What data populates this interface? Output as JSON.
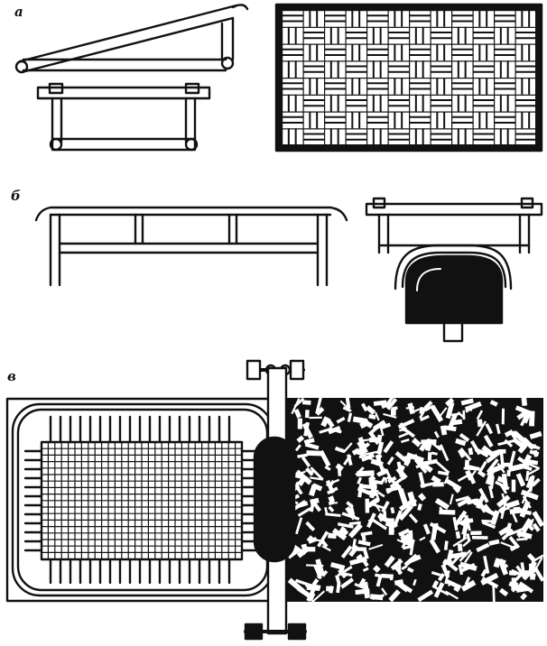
{
  "panels": {
    "a": {
      "label": "а"
    },
    "b": {
      "label": "б"
    },
    "v": {
      "label": "в"
    }
  },
  "colors": {
    "ink": "#111111",
    "paper": "#ffffff"
  }
}
